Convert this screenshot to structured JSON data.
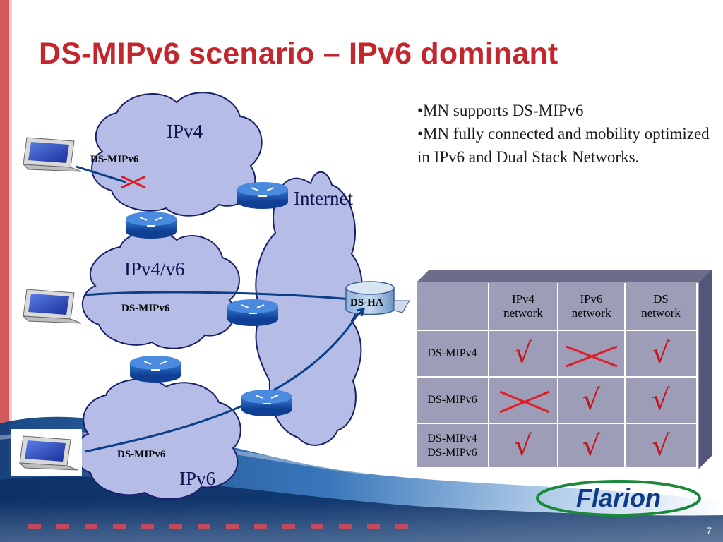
{
  "slide": {
    "title": "DS-MIPv6 scenario – IPv6 dominant",
    "page_number": "7",
    "logo_text": "Flarion"
  },
  "bullets": [
    "•MN supports DS-MIPv6",
    "•MN fully connected and mobility optimized in IPv6 and Dual Stack Networks."
  ],
  "diagram": {
    "clouds": {
      "ipv4": "IPv4",
      "ipv4v6": "IPv4/v6",
      "ipv6": "IPv6",
      "internet": "Internet"
    },
    "node_labels": {
      "ipv4_client": "DS-MIPv6",
      "ipv4v6_client": "DS-MIPv6",
      "ipv6_client": "DS-MIPv6",
      "home_agent": "DS-HA"
    }
  },
  "table": {
    "headers": [
      "",
      "IPv4\nnetwork",
      "IPv6\nnetwork",
      "DS\nnetwork"
    ],
    "rows": [
      {
        "label": "DS-MIPv4",
        "cells": [
          "√",
          "✗",
          "√"
        ]
      },
      {
        "label": "DS-MIPv6",
        "cells": [
          "✗",
          "√",
          "√"
        ]
      },
      {
        "label": "DS-MIPv4\nDS-MIPv6",
        "cells": [
          "√",
          "√",
          "√"
        ]
      }
    ],
    "colors": {
      "front": "#9d9db8",
      "top": "#6c6d8a",
      "side": "#54557a",
      "mark": "#c4161c"
    }
  }
}
